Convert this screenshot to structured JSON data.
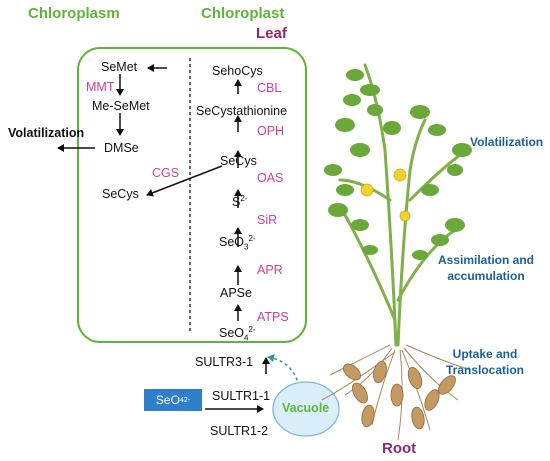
{
  "headings": {
    "chloroplast_left": "Chloroplasm",
    "chloroplast_right": "Chloroplast",
    "leaf": "Leaf",
    "root": "Root"
  },
  "processes": {
    "volatilization_left": "Volatilization",
    "volatilization_right": "Volatilization",
    "assimilation_line1": "Assimilation and",
    "assimilation_line2": "accumulation",
    "uptake_line1": "Uptake and",
    "uptake_line2": "Translocation"
  },
  "metabolites": {
    "semet": "SeMet",
    "me_semet": "Me-SeMet",
    "dmse": "DMSe",
    "secys_left": "SeCys",
    "sehocys": "SehoCys",
    "secystathionine": "SeCystathionine",
    "secys_right": "SeCys",
    "s2_base": "S",
    "s2_sup": "2-",
    "seo3_base": "SeO",
    "seo3_sub": "3",
    "seo3_sup": "2-",
    "apse": "APSe",
    "seo4_base": "SeO",
    "seo4_sub": "4",
    "seo4_sup": "2-"
  },
  "enzymes": {
    "mmt": "MMT",
    "cgs": "CGS",
    "cbl": "CBL",
    "oph": "OPH",
    "oas": "OAS",
    "sir": "SiR",
    "apr": "APR",
    "atps": "ATPS"
  },
  "transporters": {
    "sultr3_1": "SULTR3-1",
    "sultr1_1": "SULTR1-1",
    "sultr1_2": "SULTR1-2"
  },
  "external": {
    "seo4_base": "SeO",
    "seo4_sub": "4",
    "seo4_sup": "2-",
    "vacuole": "Vacuole"
  },
  "colors": {
    "chloroplast_border": "#5fb43a",
    "enzyme": "#c9419a",
    "process_label": "#1c5f95",
    "leaf_root_label": "#8b2a6f",
    "seo4_box": "#2f7fcc",
    "vacuole_fill": "#d9eef8",
    "vacuole_text": "#5fb43a",
    "dashed_arrow": "#2a9a8e"
  }
}
